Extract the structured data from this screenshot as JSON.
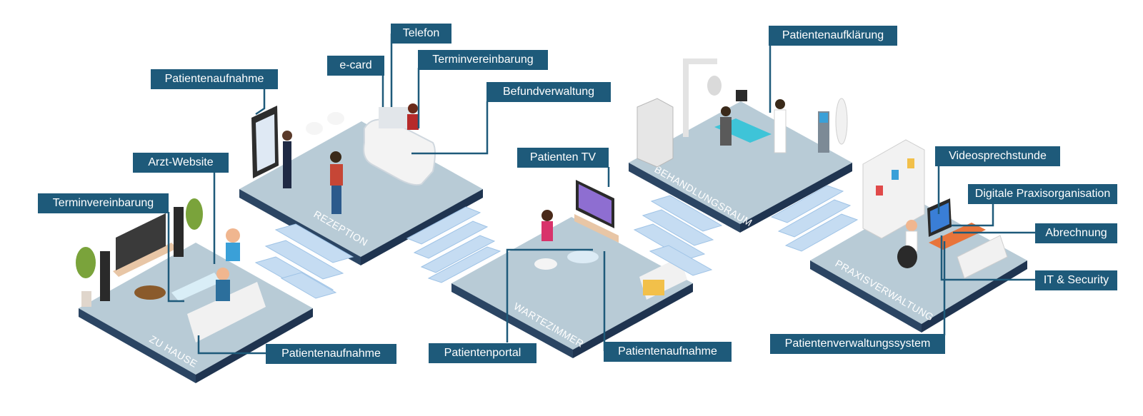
{
  "rooms": {
    "home": "ZU HAUSE",
    "reception": "REZEPTION",
    "waiting": "WARTEZIMMER",
    "treatment": "BEHANDLUNGSRAUM",
    "admin": "PRAXISVERWALTUNG"
  },
  "labels": {
    "telefon": "Telefon",
    "ecard": "e-card",
    "terminvereinbarung_reception": "Terminvereinbarung",
    "patientenaufnahme_reception": "Patientenaufnahme",
    "befundverwaltung": "Befundverwaltung",
    "arzt_website": "Arzt-Website",
    "terminvereinbarung_home": "Terminvereinbarung",
    "patientenaufnahme_home": "Patientenaufnahme",
    "patienten_tv": "Patienten TV",
    "patientenportal": "Patientenportal",
    "patientenaufnahme_waiting": "Patientenaufnahme",
    "patientenaufklaerung": "Patientenaufklärung",
    "videosprechstunde": "Videosprechstunde",
    "digitale_praxisorganisation": "Digitale Praxisorganisation",
    "abrechnung": "Abrechnung",
    "it_security": "IT & Security",
    "patientenverwaltungssystem": "Patientenverwaltungssystem"
  },
  "colors": {
    "floor_top": "#b8cbd6",
    "floor_side": "#233a55",
    "stairs": "#c5dcf2",
    "label_bg": "#1e5a7a",
    "connector": "#1e5a7a"
  }
}
